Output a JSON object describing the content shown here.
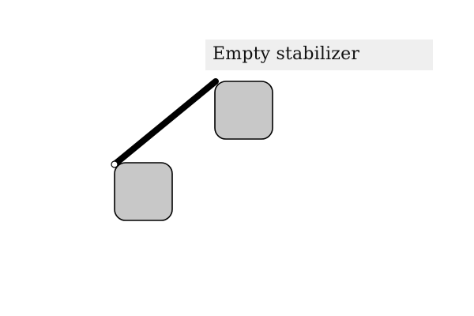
{
  "caption": {
    "text": "Empty stabilizer"
  },
  "colors": {
    "background": "#ffffff",
    "caption_background": "#efefef",
    "node_fill": "#c8c8c8",
    "node_stroke": "#000000",
    "edge": "#000000"
  },
  "nodes": [
    {
      "name": "node-upper-right"
    },
    {
      "name": "node-lower-left"
    }
  ],
  "edges": [
    {
      "from": "node-lower-left",
      "to": "node-upper-right"
    }
  ]
}
